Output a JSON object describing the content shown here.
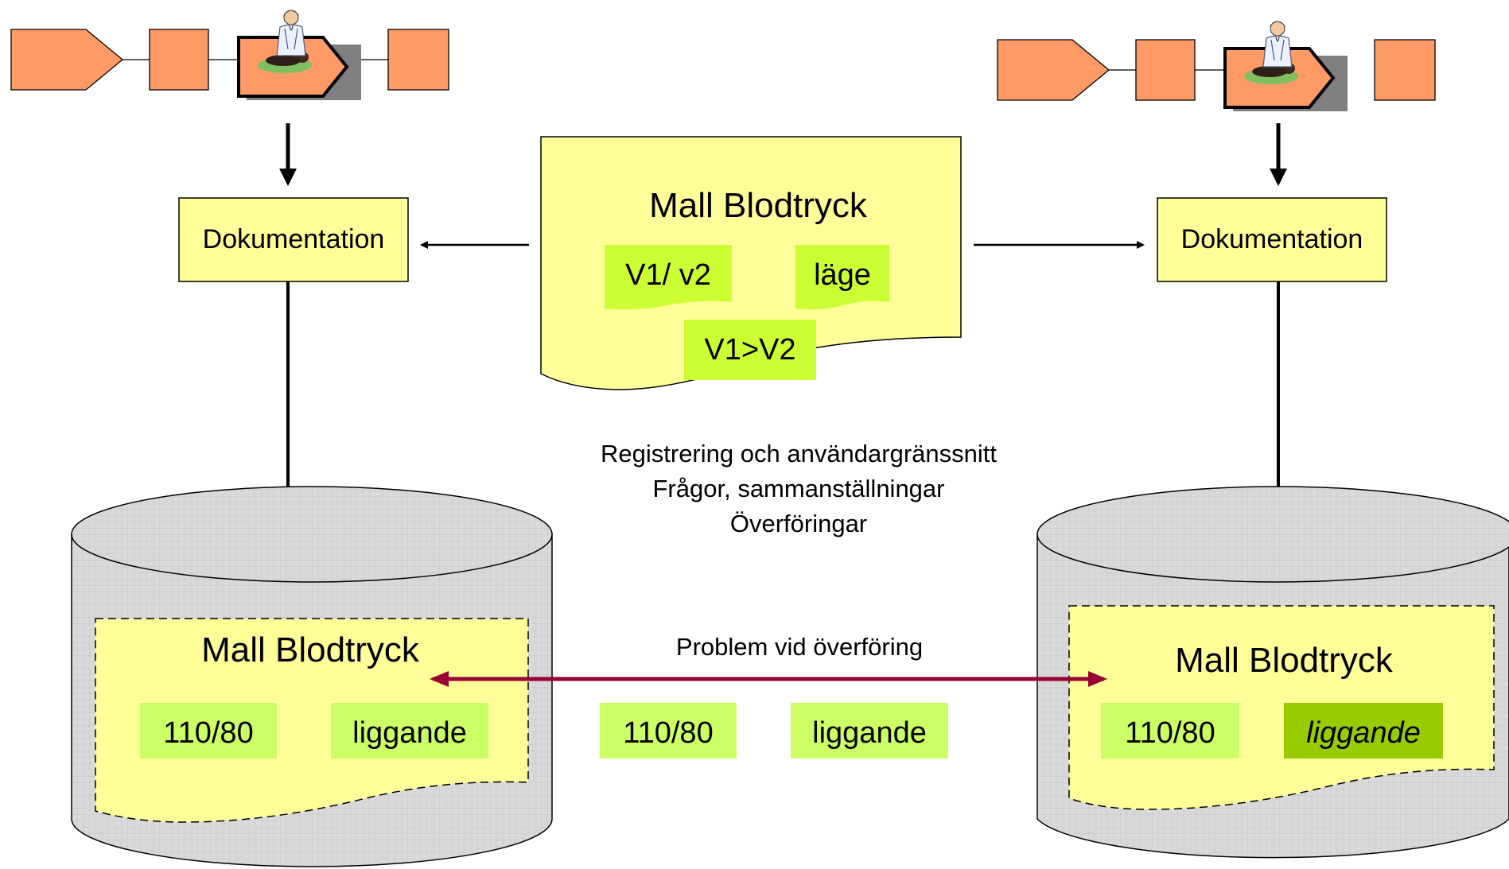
{
  "process_left": {
    "doc_box": "Dokumentation"
  },
  "process_right": {
    "doc_box": "Dokumentation"
  },
  "template": {
    "title": "Mall Blodtryck",
    "fields": [
      "V1/ v2",
      "läge",
      "V1>V2"
    ]
  },
  "middle_text": {
    "line1": "Registrering och användargränssnitt",
    "line2": "Frågor, sammanställningar",
    "line3": "Överföringar"
  },
  "transfer": {
    "label": "Problem vid överföring",
    "values": [
      "110/80",
      "liggande"
    ]
  },
  "db_left": {
    "title": "Mall Blodtryck",
    "values": [
      "110/80",
      "liggande"
    ]
  },
  "db_right": {
    "title": "Mall Blodtryck",
    "values": [
      "110/80",
      "liggande"
    ],
    "highlight_value_style": "italic"
  },
  "colors": {
    "process_shape": "#ff9966",
    "doc_yellow": "#ffff99",
    "field_green": "#ccff33",
    "value_green_light": "#ccff66",
    "value_green_dark": "#99cc00",
    "transfer_arrow": "#990033",
    "db_gray": "#d9d9d9",
    "shadow": "#808080"
  },
  "icons": [
    "doctor-examining-patient-icon"
  ]
}
